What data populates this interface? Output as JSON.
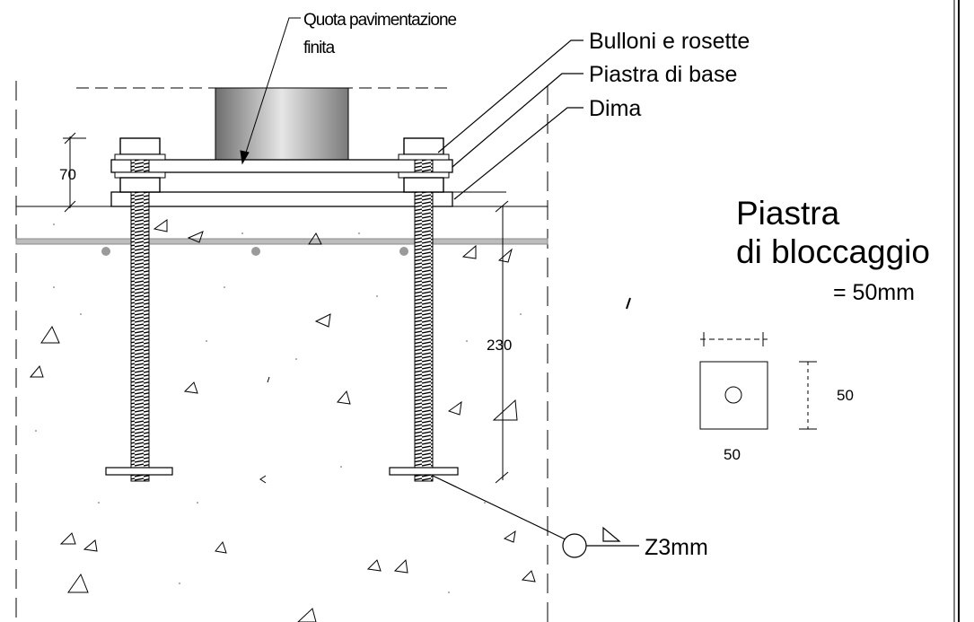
{
  "labels": {
    "finished_floor_line1": "Quota pavimentazione",
    "finished_floor_line2": "finita",
    "bolts_washers": "Bulloni e rosette",
    "base_plate": "Piastra di base",
    "template": "Dima"
  },
  "dimensions": {
    "plate_offset": "70",
    "embed_depth": "230",
    "block_width": "50",
    "block_height": "50"
  },
  "side_note": {
    "title_line1": "Piastra",
    "title_line2": "di bloccaggio",
    "size": "= 50mm"
  },
  "weld": {
    "symbol_label": "Z3mm"
  },
  "colors": {
    "ink": "#000000",
    "concrete_edge": "#8a8a8a",
    "rebar": "#9a9a9a",
    "column_dark": "#6e6e6e",
    "column_light": "#e2e2e2"
  }
}
